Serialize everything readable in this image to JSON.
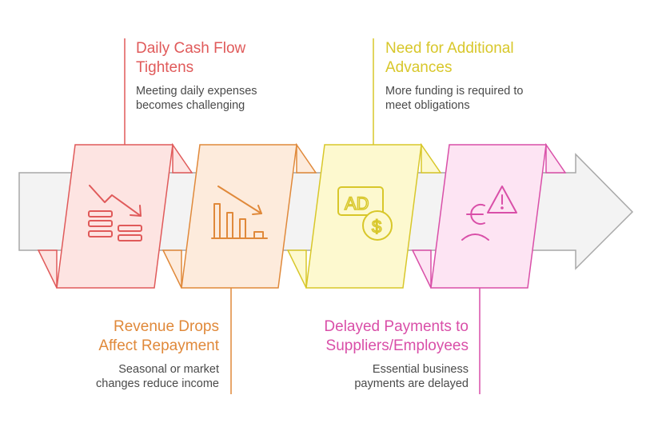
{
  "stages": [
    {
      "title_lines": [
        "Daily Cash Flow",
        "Tightens"
      ],
      "desc_lines": [
        "Meeting daily expenses",
        "becomes challenging"
      ],
      "icon": "falling-coins-icon",
      "color": "#e05a5a",
      "fill": "#fde4e2"
    },
    {
      "title_lines": [
        "Revenue Drops",
        "Affect Repayment"
      ],
      "desc_lines": [
        "Seasonal or market",
        "changes reduce income"
      ],
      "icon": "declining-bar-chart-icon",
      "color": "#e0893a",
      "fill": "#fdebdc"
    },
    {
      "title_lines": [
        "Need for Additional",
        "Advances"
      ],
      "desc_lines": [
        "More funding is required to",
        "meet obligations"
      ],
      "icon": "ad-dollar-icon",
      "color": "#d8c72a",
      "fill": "#fdf9cf",
      "icon_text": {
        "ad": "AD",
        "dollar": "$"
      }
    },
    {
      "title_lines": [
        "Delayed Payments to",
        "Suppliers/Employees"
      ],
      "desc_lines": [
        "Essential business",
        "payments are delayed"
      ],
      "icon": "person-warning-icon",
      "color": "#d94fa8",
      "fill": "#fde4f3"
    }
  ],
  "arrow": {
    "fill": "#f3f3f3",
    "stroke": "#a8a8a8"
  }
}
